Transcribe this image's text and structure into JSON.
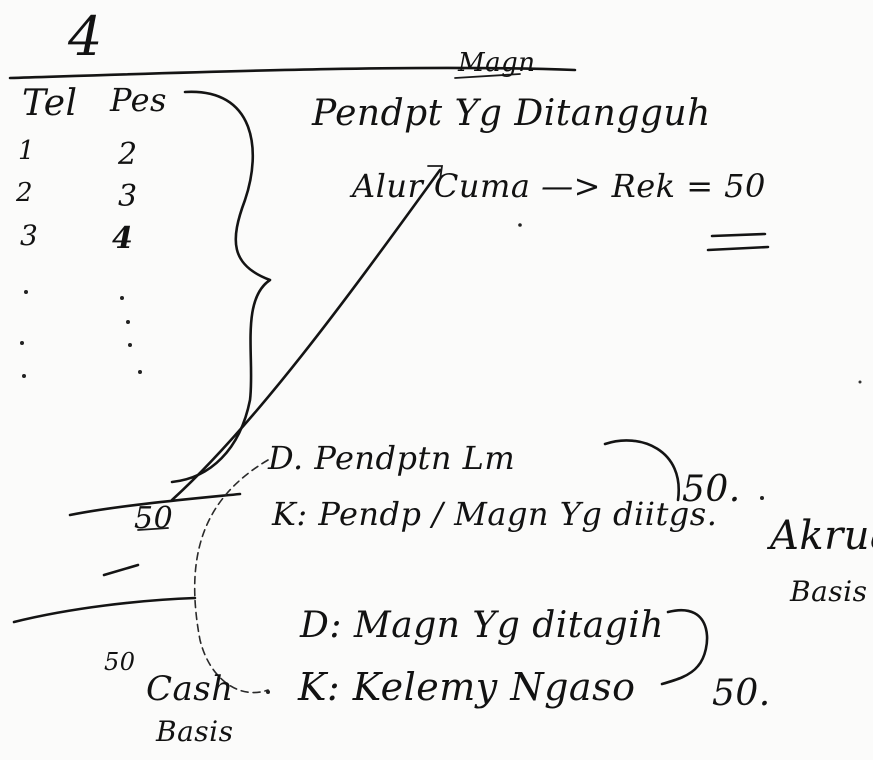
{
  "page_number": "4",
  "table": {
    "headers": [
      "Tel",
      "Pes"
    ],
    "rows": [
      [
        "1",
        "2"
      ],
      [
        "2",
        "3"
      ],
      [
        "3",
        "4"
      ]
    ]
  },
  "notes": {
    "magn": "Magn",
    "line1": "Pendpt Yg Ditangguh",
    "line2": "Alur Cuma —> Rek = 50",
    "line2_value": "50"
  },
  "journals": {
    "accrual": {
      "debit": "D. Pendptn Lm",
      "credit": "K: Pendp / Magn Yg diitgs.",
      "amount": "50.",
      "label_1": "Akrual",
      "label_2": "Basis"
    },
    "cash": {
      "debit": "D: Magn Yg ditagih",
      "credit": "K: Kelemy Ngaso",
      "amount": "50."
    }
  },
  "left_notes": {
    "amount_top": "50",
    "amount_bottom": "50",
    "cash_label_1": "Cash",
    "cash_label_2": "Basis"
  }
}
